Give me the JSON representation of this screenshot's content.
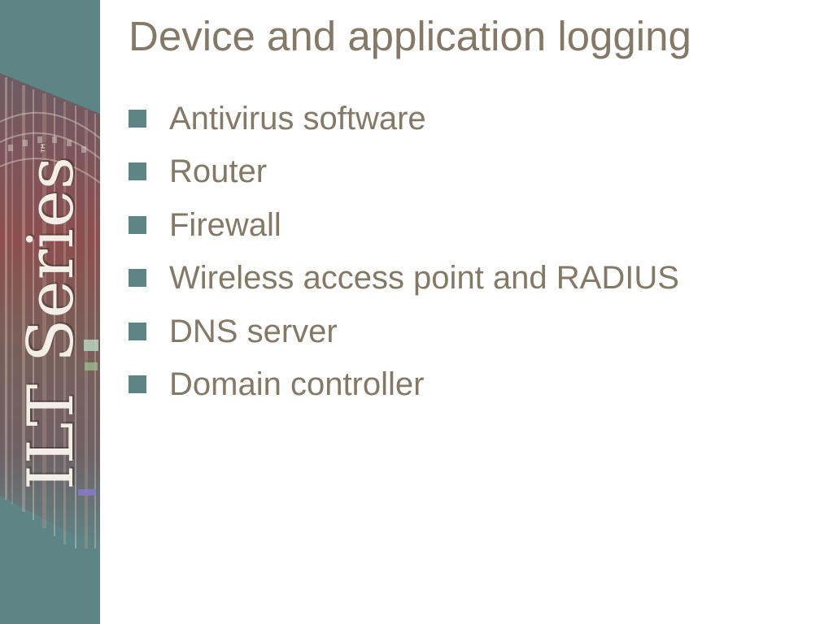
{
  "slide": {
    "title": "Device and application logging",
    "bullets": [
      {
        "label": "Antivirus software"
      },
      {
        "label": "Router"
      },
      {
        "label": "Firewall"
      },
      {
        "label": "Wireless access point and RADIUS"
      },
      {
        "label": "DNS server"
      },
      {
        "label": "Domain controller"
      }
    ]
  },
  "branding": {
    "logo_text": "ILT Series",
    "trademark": "™"
  },
  "colors": {
    "title_text": "#847866",
    "body_text": "#847866",
    "accent_teal": "#5e8585",
    "background": "#ffffff",
    "logo_text": "#f3efe6"
  }
}
